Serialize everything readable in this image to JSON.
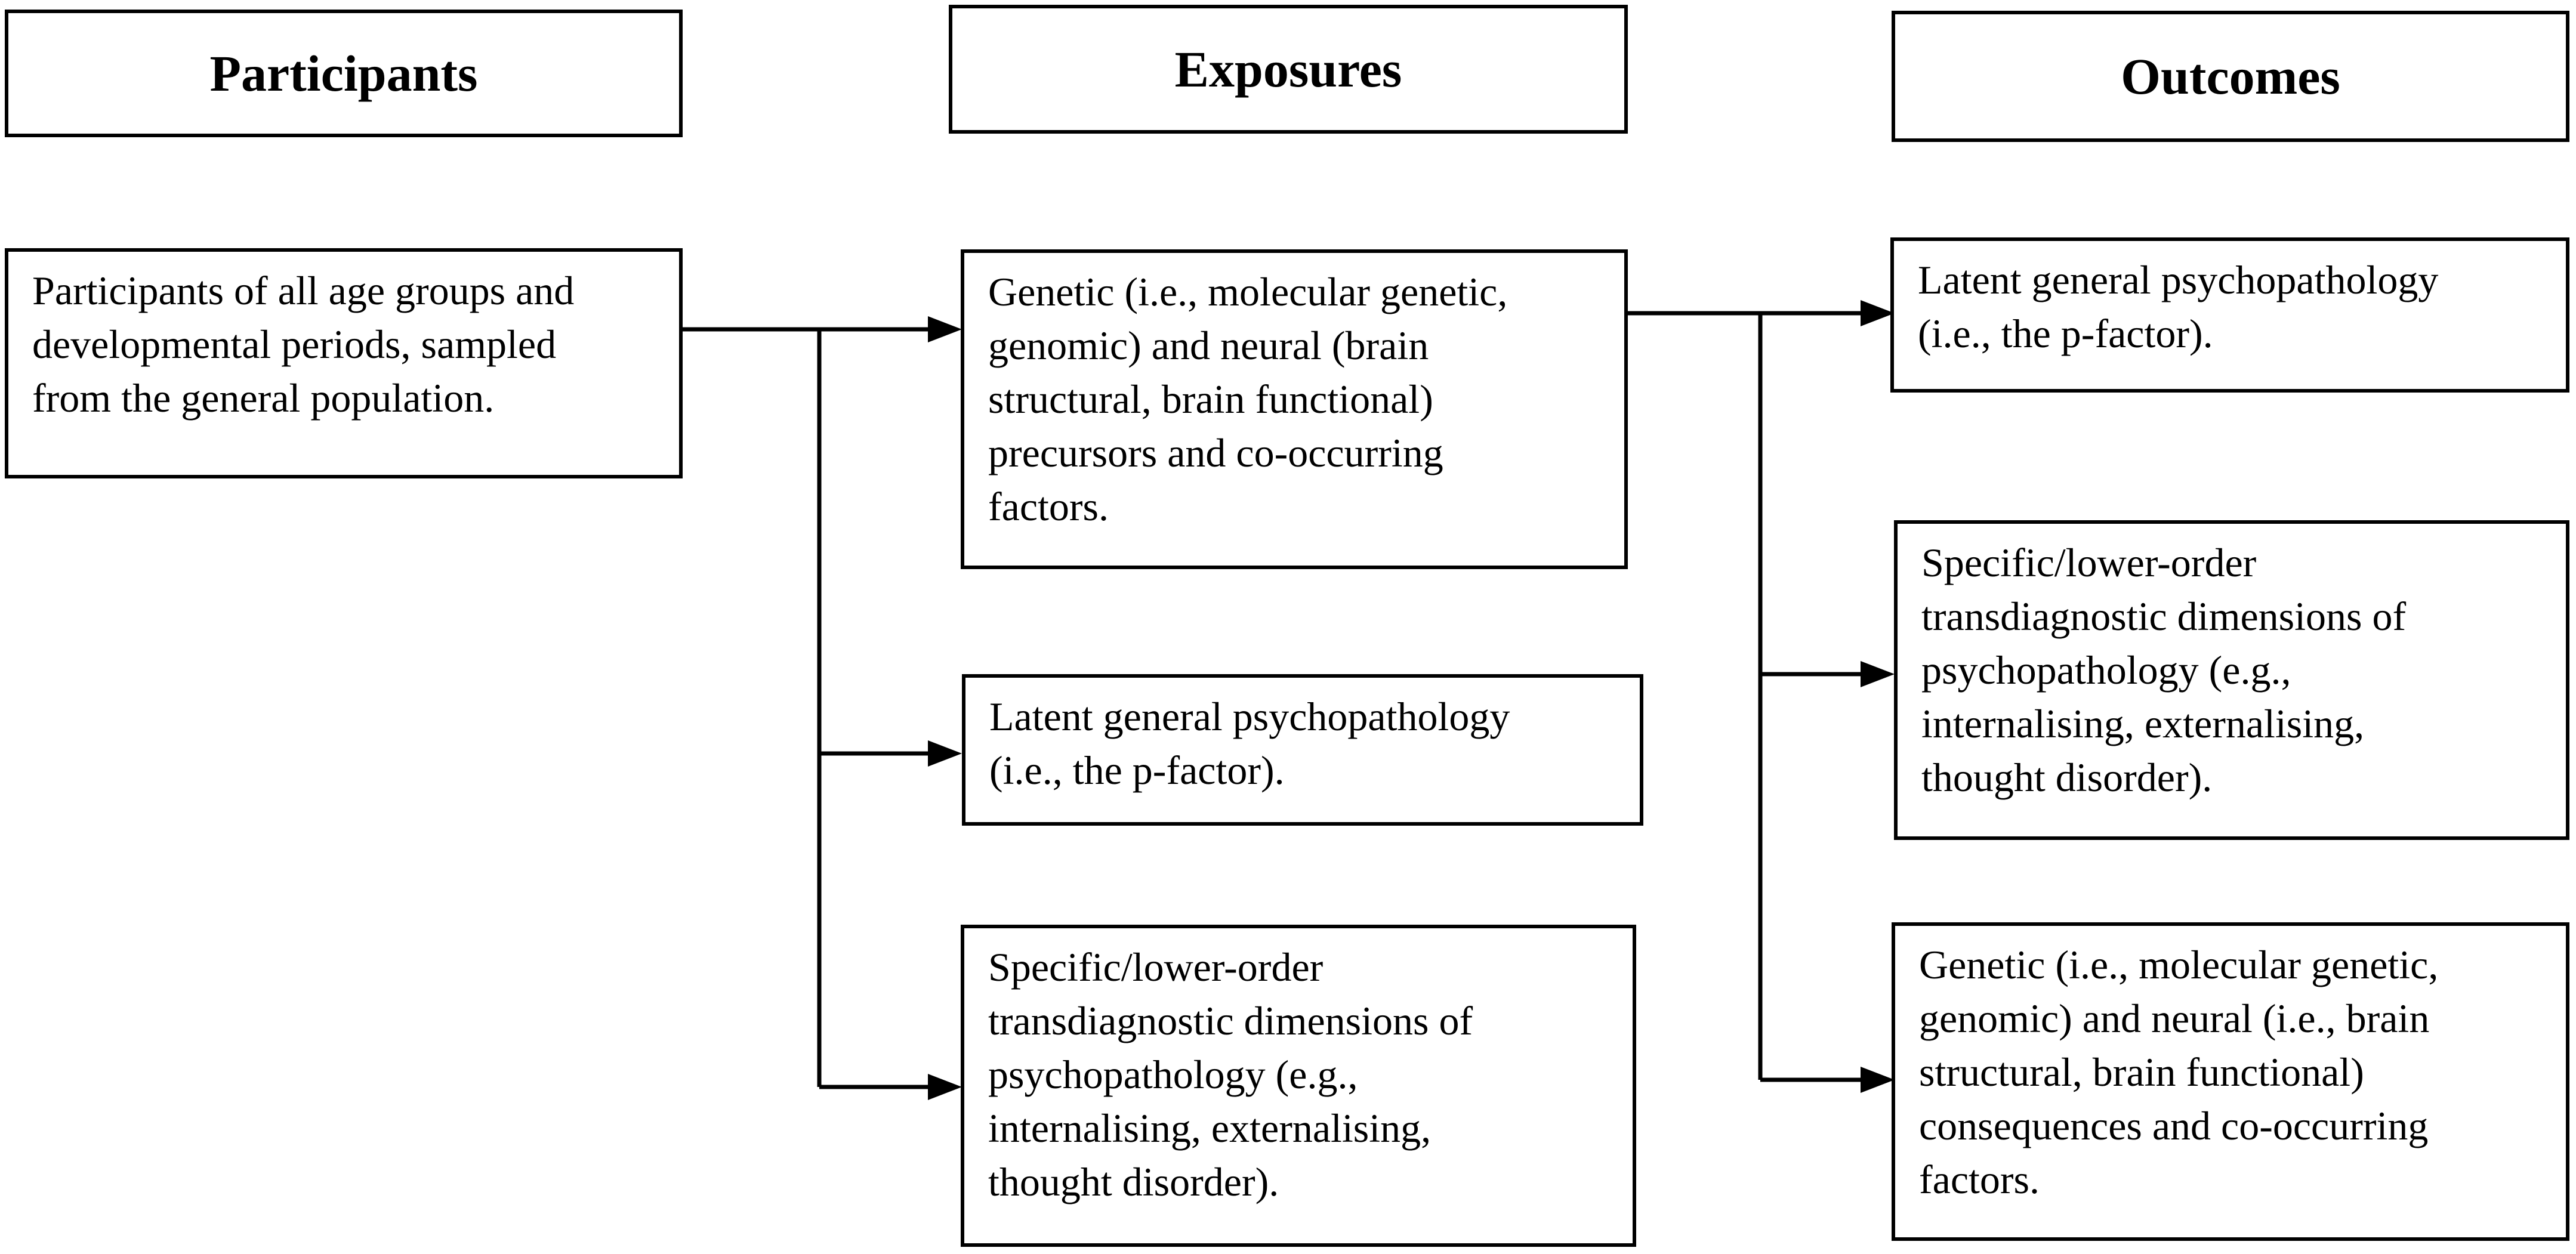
{
  "headers": {
    "participants": "Participants",
    "exposures": "Exposures",
    "outcomes": "Outcomes"
  },
  "participants": {
    "lines": [
      "Participants of all age groups and",
      "developmental periods, sampled",
      "from the general population."
    ]
  },
  "exposures": [
    {
      "lines": [
        "Genetic (i.e., molecular genetic,",
        "genomic) and neural (brain",
        "structural, brain functional)",
        "precursors and co-occurring",
        "factors."
      ]
    },
    {
      "lines": [
        "Latent general psychopathology",
        "(i.e., the p-factor)."
      ]
    },
    {
      "lines": [
        "Specific/lower-order",
        "transdiagnostic dimensions of",
        "psychopathology (e.g.,",
        "internalising, externalising,",
        "thought disorder)."
      ]
    }
  ],
  "outcomes": [
    {
      "lines": [
        "Latent general psychopathology",
        "(i.e., the p-factor)."
      ]
    },
    {
      "lines": [
        "Specific/lower-order",
        "transdiagnostic dimensions of",
        "psychopathology (e.g.,",
        "internalising, externalising,",
        "thought disorder)."
      ]
    },
    {
      "lines": [
        "Genetic (i.e., molecular genetic,",
        "genomic) and neural (i.e., brain",
        "structural, brain functional)",
        "consequences and co-occurring",
        "factors."
      ]
    }
  ]
}
